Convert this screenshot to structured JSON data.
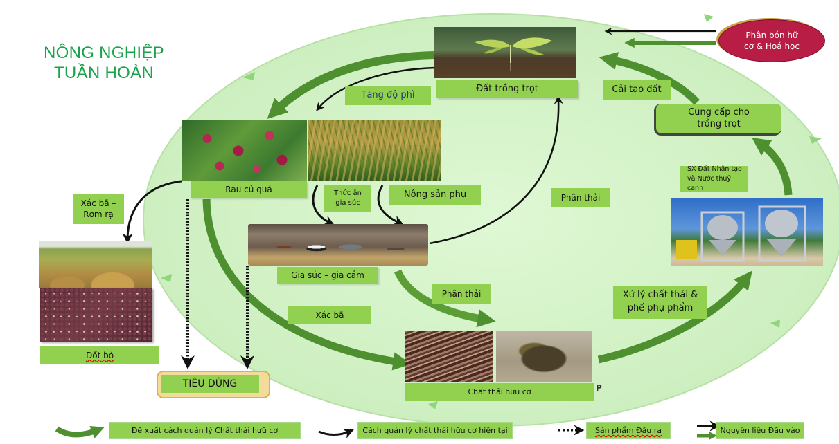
{
  "title": {
    "line1": "NÔNG NGHIỆP",
    "line2": "TUẦN HOÀN"
  },
  "colors": {
    "title_green": "#1aa34a",
    "ellipse_fill": "#d8f5cc",
    "label_green": "#92d050",
    "arrow_green": "#4e8f2f",
    "pill_red": "#b81e45"
  },
  "nodes": {
    "fertilizer": {
      "line1": "Phân bón hữ",
      "line2": "cơ & Hoá học"
    },
    "soil": {
      "label": "Đất trồng trọt",
      "image": "seedling-in-soil-image"
    },
    "vegetables": {
      "label": "Rau củ quả",
      "image": "coffee-berries-image"
    },
    "rice": {
      "image": "rice-field-image"
    },
    "livestock": {
      "label": "Gia súc – gia cầm",
      "image": "cattle-barn-image"
    },
    "organic_waste": {
      "label": "Chất thải hữu cơ",
      "image_left": "straw-fibers-image",
      "image_right": "compost-pile-image",
      "trailing_char": "P"
    },
    "burn": {
      "label": "Đốt bỏ",
      "image_top": "straw-pile-field-image",
      "image_bottom": "coffee-husks-image"
    },
    "consumption": {
      "label": "TIÊU DÙNG"
    },
    "processing_plant": {
      "image": "processing-plant-image"
    },
    "supply_crops": {
      "line1": "Cung cấp cho",
      "line2": "trồng trọt"
    }
  },
  "edge_labels": {
    "increase_fertility": "Tăng độ phì",
    "soil_improvement": "Cải tạo đất",
    "residue_straw": {
      "line1": "Xác bã –",
      "line2": "Rơm rạ"
    },
    "animal_feed": {
      "line1": "Thức ăn",
      "line2": "gia súc"
    },
    "by_products": "Nông sản phụ",
    "manure_to_soil": "Phân thải",
    "manure_to_waste": "Phân thải",
    "residue": "Xác bã",
    "artificial_soil": {
      "line1": "SX Đất Nhân tạo",
      "line2": "và Nước thuỷ canh"
    },
    "waste_treatment": {
      "line1": "Xử lý chất thải &",
      "line2": "phế phụ phẩm"
    }
  },
  "legend": [
    {
      "icon": "thick-green-curved-arrow",
      "label": "Đề xuất  cách  quản lý Chất thải hưũ cơ"
    },
    {
      "icon": "thin-black-curved-arrow",
      "label": "Cách quản lý chất thải hữu cơ hiện tại"
    },
    {
      "icon": "dotted-arrow",
      "label": "Sản phẩm Đầu ra"
    },
    {
      "icon": "black-and-green-straight-arrows",
      "label": "Nguyên liệu Đầu vào"
    }
  ]
}
